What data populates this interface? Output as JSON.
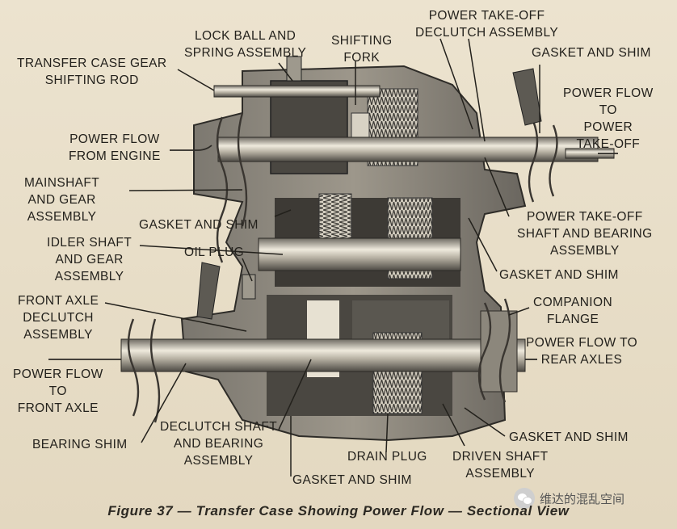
{
  "labels": {
    "lock_ball": "LOCK BALL AND\nSPRING ASSEMBLY",
    "shifting_fork": "SHIFTING\nFORK",
    "pto_declutch": "POWER TAKE-OFF\nDECLUTCH ASSEMBLY",
    "gear_rod": "TRANSFER CASE GEAR\nSHIFTING ROD",
    "gasket_shim_top": "GASKET AND SHIM",
    "pf_engine": "POWER FLOW\nFROM ENGINE",
    "pf_pto": "POWER FLOW\nTO\nPOWER\nTAKE-OFF",
    "mainshaft": "MAINSHAFT\nAND GEAR\nASSEMBLY",
    "gasket_shim_mid": "GASKET AND SHIM",
    "pto_shaft": "POWER TAKE-OFF\nSHAFT AND BEARING\nASSEMBLY",
    "idler": "IDLER SHAFT\nAND GEAR\nASSEMBLY",
    "oil_plug": "OIL PLUG",
    "gasket_shim_right": "GASKET AND SHIM",
    "front_axle_declutch": "FRONT AXLE\nDECLUTCH\nASSEMBLY",
    "companion": "COMPANION\nFLANGE",
    "pf_rear": "POWER FLOW TO\nREAR AXLES",
    "pf_front": "POWER FLOW\nTO\nFRONT AXLE",
    "declutch_shaft": "DECLUTCH SHAFT\nAND BEARING\nASSEMBLY",
    "bearing_shim": "BEARING SHIM",
    "gasket_shim_low": "GASKET AND SHIM",
    "drain_plug": "DRAIN PLUG",
    "driven_shaft": "DRIVEN SHAFT\nASSEMBLY",
    "gasket_shim_bottom": "GASKET AND SHIM"
  },
  "caption": "Figure 37 — Transfer Case Showing Power Flow — Sectional View",
  "watermark": "维达的混乱空间",
  "colors": {
    "ink": "#23211c",
    "paper": "#e6dcc6",
    "metal_dark": "#3a3834",
    "metal_light": "#b9b2a3"
  }
}
